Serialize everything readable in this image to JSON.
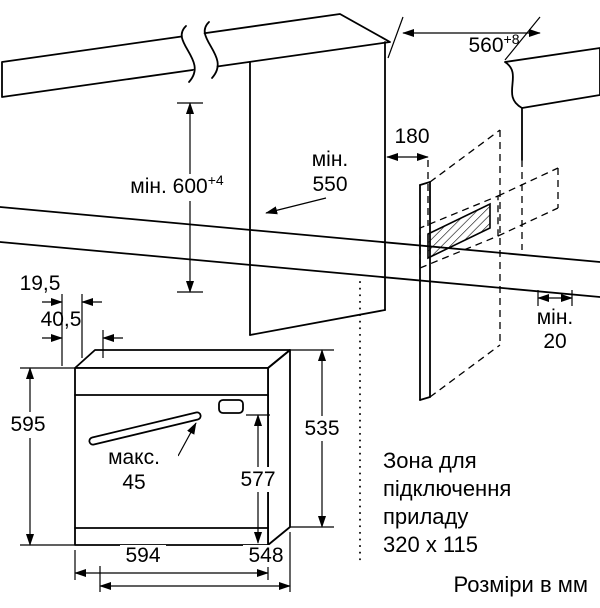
{
  "niche": {
    "width": {
      "value": "560",
      "tol": "+8"
    },
    "height": {
      "value": "мін. 600",
      "tol": "+4"
    },
    "depth_line1": "мін.",
    "depth_line2": "550",
    "rear_offset": "180",
    "clearance_line1": "мін.",
    "clearance_line2": "20"
  },
  "oven": {
    "offset_a": "19,5",
    "offset_b": "40,5",
    "height": "595",
    "handle_line1": "макс.",
    "handle_line2": "45",
    "door_depth": "577",
    "rear_height": "535",
    "width": "594",
    "depth": "548"
  },
  "connection_zone": {
    "line1": "Зона для",
    "line2": "підключення",
    "line3": "приладу",
    "line4": "320 x 115"
  },
  "units_note": "Розміри в мм"
}
